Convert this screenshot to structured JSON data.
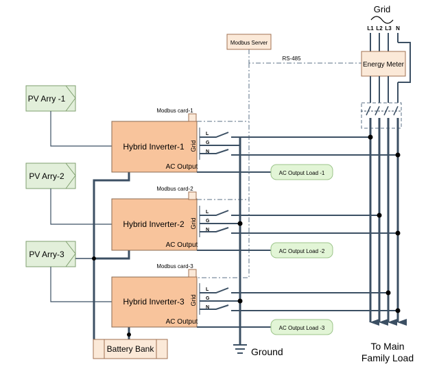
{
  "grid": {
    "label": "Grid",
    "lines": [
      "L1",
      "L2",
      "L3",
      "N"
    ]
  },
  "modbus_server": "Modbus Server",
  "rs485": "RS-485",
  "energy_meter": "Energy Meter",
  "pv_arrays": [
    "PV Arry -1",
    "PV Arry-2",
    "PV Arry-3"
  ],
  "inverters": [
    {
      "name": "Hybrid Inverter-1",
      "card": "Modbus card-1",
      "ac": "AC Output",
      "load": "AC Output Load -1"
    },
    {
      "name": "Hybrid Inverter-2",
      "card": "Modbus card-2",
      "ac": "AC Output",
      "load": "AC Output Load -2"
    },
    {
      "name": "Hybrid Inverter-3",
      "card": "Modbus card-3",
      "ac": "AC Output",
      "load": "AC Output Load -3"
    }
  ],
  "grid_label": "Grid",
  "terminals": [
    "L",
    "G",
    "N"
  ],
  "battery_bank": "Battery Bank",
  "ground": "Ground",
  "main_load": [
    "To Main",
    "Family Load"
  ]
}
